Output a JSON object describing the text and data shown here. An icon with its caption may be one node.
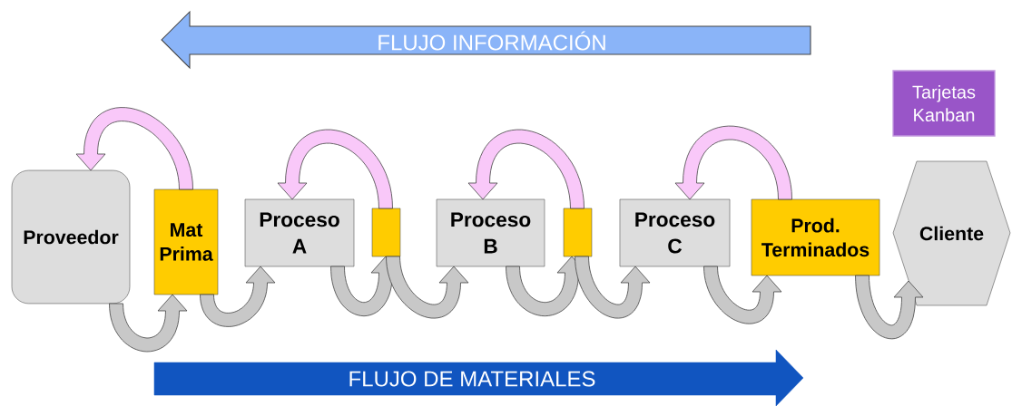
{
  "diagram": {
    "nodes": [
      {
        "text": [
          "Proveedor"
        ]
      },
      {
        "text": [
          "Mat Prima"
        ]
      },
      {
        "text": [
          "Proceso A"
        ]
      },
      {
        "text": [],
        "shape": "box"
      },
      {
        "text": [
          "Proceso B"
        ]
      },
      {
        "text": [],
        "shape": "box"
      },
      {
        "text": [
          "Proceso C"
        ]
      },
      {
        "text": [
          "Prod. Terminados"
        ]
      },
      {
        "text": [
          "Cliente"
        ]
      },
      {
        "text": [
          "Tarjetas Kanban"
        ]
      }
    ],
    "edges": [
      {
        "from": 1,
        "to": 0,
        "arrow": "to",
        "color": "#f9c8f9"
      },
      {
        "from": 3,
        "to": 2,
        "arrow": "to",
        "color": "#f9c8f9"
      },
      {
        "from": 5,
        "to": 4,
        "arrow": "to",
        "color": "#f9c8f9"
      },
      {
        "from": 7,
        "to": 6,
        "arrow": "to",
        "color": "#f9c8f9"
      },
      {
        "from": 0,
        "to": 1,
        "arrow": "to"
      },
      {
        "from": 1,
        "to": 2,
        "arrow": "to"
      },
      {
        "from": 2,
        "to": 3,
        "arrow": "to"
      },
      {
        "from": 3,
        "to": 4,
        "arrow": "to"
      },
      {
        "from": 4,
        "to": 5,
        "arrow": "to"
      },
      {
        "from": 5,
        "to": 6,
        "arrow": "to"
      },
      {
        "from": 6,
        "to": 7,
        "arrow": "to"
      },
      {
        "from": 7,
        "to": 8,
        "arrow": "to"
      }
    ],
    "labels": [
      "FLUJO INFORMACIÓN",
      "FLUJO DE MATERIALES"
    ]
  }
}
